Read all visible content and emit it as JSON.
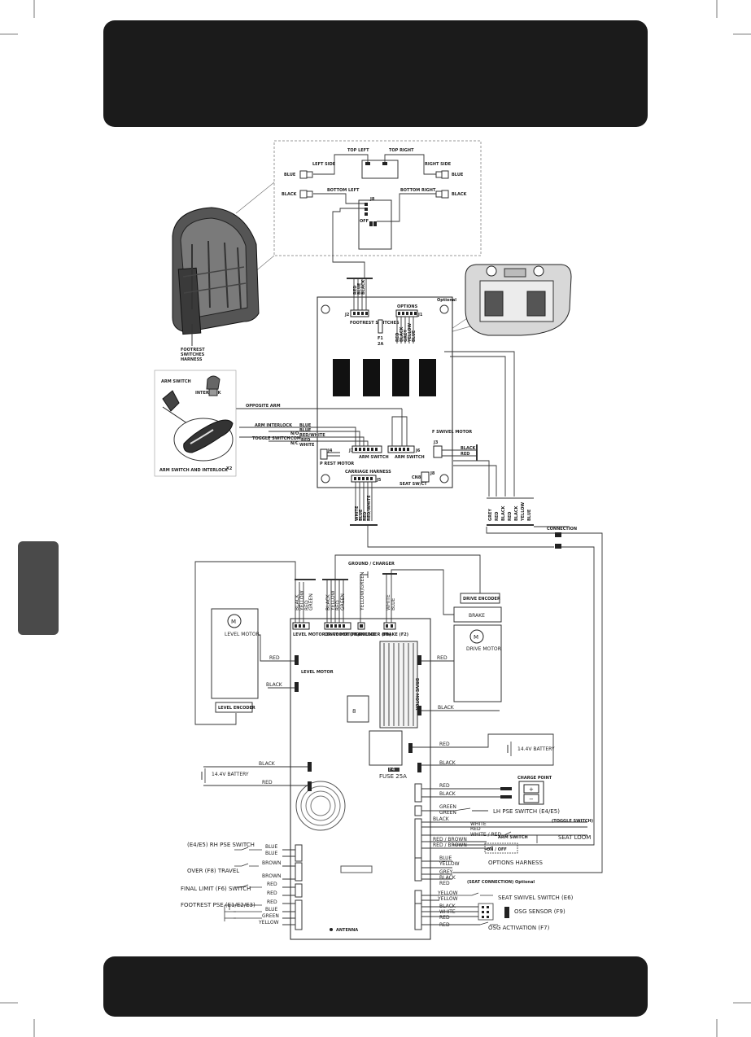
{
  "header": {
    "text": ""
  },
  "footer": {
    "text": ""
  },
  "top": {
    "left_side": "LEFT SIDE",
    "right_side": "RIGHT SIDE",
    "top_left": "TOP LEFT",
    "top_right": "TOP RIGHT",
    "bottom_left": "BOTTOM LEFT",
    "bottom_right": "BOTTOM RIGHT",
    "blue": "BLUE",
    "black": "BLACK",
    "red": "RED",
    "j8": "J8",
    "off": "OFF"
  },
  "footrest": {
    "harness": "FOOTREST SWITCHES HARNESS"
  },
  "board": {
    "optional": "Optional",
    "j2": "J2",
    "footrest_switches": "FOOTREST SWITCHES",
    "options": "OPTIONS",
    "j1": "J1",
    "f1": "F1",
    "f1_rating": "2A",
    "opposite_arm": "OPPOSITE ARM",
    "arm_interlock": "ARM INTERLOCK",
    "toggle_switch": "TOGGLE SWITCH",
    "com": "COM",
    "no": "N/O",
    "nc": "N/C",
    "j7": "J7",
    "j6": "J6",
    "arm_switch": "ARM SWITCH",
    "f_swivel_motor": "F SWIVEL MOTOR",
    "j3": "J3",
    "p_rest_motor": "P REST MOTOR",
    "j4": "J4",
    "carriage_harness": "CARRIAGE HARNESS",
    "j5": "J5",
    "seat_sw": "SEAT SW/CT",
    "j8": "J8",
    "cn8": "CN8",
    "white": "WHITE"
  },
  "arm": {
    "arm_switch": "ARM SWITCH",
    "interlock": "INTERLOCK",
    "caption": "ARM SWITCH AND INTERLOCK",
    "x2": "X2"
  },
  "connection": "CONNECTION",
  "main": {
    "ground_charger": "GROUND / CHARGER",
    "level_motor_encoder": "LEVEL MOTOR ENCODER (F9)",
    "drive_motor_encoder": "DRIVE MOTOR ENCODER (F9)",
    "ground": "GROUND",
    "brake_f2": "BRAKE (F2)",
    "drive_encoder": "DRIVE ENCODER",
    "brake": "BRAKE",
    "level_motor": "LEVEL MOTOR",
    "drive_motor": "DRIVE MOTOR",
    "level_motor_label": "LEVEL MOTOR",
    "drive_motor_label": "DRIVE MOTOR",
    "level_encoder": "LEVEL ENCODER",
    "battery": "14.4V BATTERY",
    "battery_right": "14.4V BATTERY",
    "fuse": "FUSE 25A",
    "fuse_code": "F4",
    "charge_point": "CHARGE POINT",
    "lh_pse": "LH PSE SWITCH (E4/E5)",
    "toggle_switch": "(TOGGLE SWITCH)",
    "seat_loom": "SEAT LOOM",
    "arm_switch": "ARM SWITCH",
    "on_off": "ON / OFF",
    "options_harness": "OPTIONS HARNESS",
    "seat_connection": "(SEAT CONNECTION) Optional",
    "seat_swivel": "SEAT SWIVEL SWITCH (E6)",
    "osg_sensor": "OSG SENSOR (F9)",
    "osg_activation": "OSG ACTIVATION (F7)",
    "rh_pse": "(E4/E5) RH PSE SWITCH",
    "over_travel": "OVER (F8) TRAVEL",
    "final_limit": "FINAL LIMIT (F6) SWITCH",
    "footrest_pse": "FOOTREST PSE (E1/E2/E3)",
    "antenna": "ANTENNA",
    "m": "M"
  },
  "wires": {
    "black": "BLACK",
    "red": "RED",
    "blue": "BLUE",
    "green": "GREEN",
    "yellow": "YELLOW",
    "white": "WHITE",
    "brown": "BROWN",
    "grey": "GREY",
    "yellow_green": "YELLOW/GREEN",
    "white_red": "WHITE / RED",
    "red_brown": "RED / BROWN",
    "red_white": "RED/WHITE"
  }
}
